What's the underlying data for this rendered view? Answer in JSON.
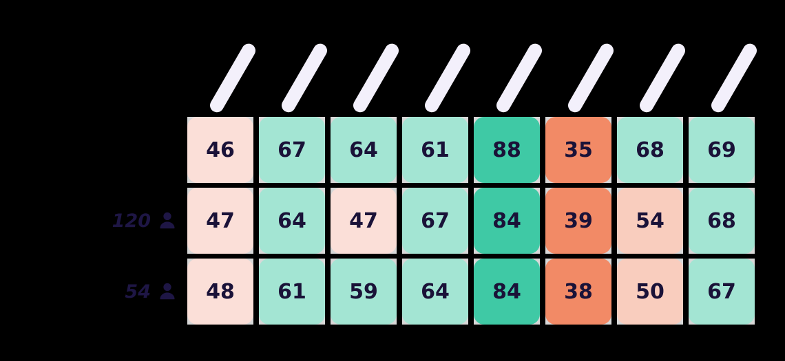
{
  "app": {
    "background": "#000000"
  },
  "palette": {
    "cell_text": "#1a1238",
    "row_label_text": "#1e1645",
    "header_bar": "#f3f0fb",
    "cell_halo": "#d8d8d8",
    "teal_strong": "#3fc9a5",
    "mint": "#a3e5d3",
    "salmon": "#f28a66",
    "pink_light": "#fbdfd8",
    "pink_medium": "#f9cdbe"
  },
  "heatmap": {
    "column_headers": [
      "",
      "",
      "",
      "",
      "",
      "",
      "",
      ""
    ],
    "rows": [
      {
        "label": "",
        "show_person_icon": false,
        "cells": [
          {
            "value": "46",
            "color": "pink_light"
          },
          {
            "value": "67",
            "color": "mint"
          },
          {
            "value": "64",
            "color": "mint"
          },
          {
            "value": "61",
            "color": "mint"
          },
          {
            "value": "88",
            "color": "teal_strong"
          },
          {
            "value": "35",
            "color": "salmon"
          },
          {
            "value": "68",
            "color": "mint"
          },
          {
            "value": "69",
            "color": "mint"
          }
        ]
      },
      {
        "label": "120",
        "show_person_icon": true,
        "cells": [
          {
            "value": "47",
            "color": "pink_light"
          },
          {
            "value": "64",
            "color": "mint"
          },
          {
            "value": "47",
            "color": "pink_light"
          },
          {
            "value": "67",
            "color": "mint"
          },
          {
            "value": "84",
            "color": "teal_strong"
          },
          {
            "value": "39",
            "color": "salmon"
          },
          {
            "value": "54",
            "color": "pink_medium"
          },
          {
            "value": "68",
            "color": "mint"
          }
        ]
      },
      {
        "label": "54",
        "show_person_icon": true,
        "cells": [
          {
            "value": "48",
            "color": "pink_light"
          },
          {
            "value": "61",
            "color": "mint"
          },
          {
            "value": "59",
            "color": "mint"
          },
          {
            "value": "64",
            "color": "mint"
          },
          {
            "value": "84",
            "color": "teal_strong"
          },
          {
            "value": "38",
            "color": "salmon"
          },
          {
            "value": "50",
            "color": "pink_medium"
          },
          {
            "value": "67",
            "color": "mint"
          }
        ]
      }
    ]
  },
  "chart_data": {
    "type": "heatmap",
    "rows": [
      "",
      "120",
      "54"
    ],
    "row_label_icon": "person",
    "columns": [
      "",
      "",
      "",
      "",
      "",
      "",
      "",
      ""
    ],
    "column_header_style": "diagonal redacted placeholder bars, rotated ~60deg",
    "values": [
      [
        46,
        67,
        64,
        61,
        88,
        35,
        68,
        69
      ],
      [
        47,
        64,
        47,
        67,
        84,
        39,
        54,
        68
      ],
      [
        48,
        61,
        59,
        64,
        84,
        38,
        50,
        67
      ]
    ],
    "color_scale": {
      "low_values_35_39": "#f28a66",
      "mid_low_46_48": "#fbdfd8",
      "mid_50_54": "#f9cdbe",
      "mid_high_59_69": "#a3e5d3",
      "high_84_88": "#3fc9a5"
    },
    "legend_position": "none",
    "grid": false,
    "background": "#000000"
  }
}
